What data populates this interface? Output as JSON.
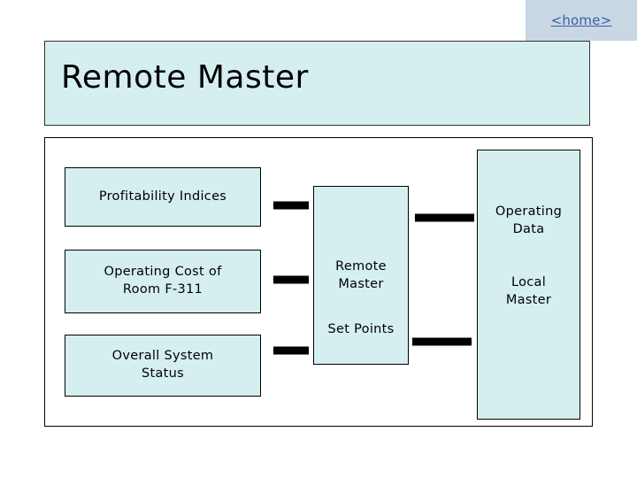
{
  "header": {
    "home_link": "<home>"
  },
  "title": {
    "text": "Remote Master"
  },
  "diagram": {
    "type": "block-diagram",
    "nodes": [
      {
        "id": "profitability",
        "label": "Profitability Indices"
      },
      {
        "id": "operating-cost",
        "label": "Operating Cost of\nRoom F-311"
      },
      {
        "id": "overall-status",
        "label": "Overall System\nStatus"
      },
      {
        "id": "remote-master",
        "label": "Remote\nMaster",
        "sub_label": "Set Points"
      },
      {
        "id": "local-master",
        "label": "Local\nMaster",
        "sub_label": "Operating\nData"
      }
    ],
    "edges": [
      {
        "from": "remote-master",
        "to": "profitability",
        "direction": "left"
      },
      {
        "from": "remote-master",
        "to": "operating-cost",
        "direction": "left"
      },
      {
        "from": "remote-master",
        "to": "overall-status",
        "direction": "left"
      },
      {
        "from": "local-master",
        "to": "remote-master",
        "direction": "left",
        "label": "Operating Data"
      },
      {
        "from": "remote-master",
        "to": "local-master",
        "direction": "right",
        "label": "Set Points"
      }
    ]
  },
  "node_text": {
    "profitability": "Profitability Indices",
    "operating_cost_line1": "Operating Cost of",
    "operating_cost_line2": "Room F-311",
    "overall_status_line1": "Overall System",
    "overall_status_line2": "Status",
    "remote_master_line1": "Remote",
    "remote_master_line2": "Master",
    "set_points": "Set Points",
    "operating_data_line1": "Operating",
    "operating_data_line2": "Data",
    "local_master_line1": "Local",
    "local_master_line2": "Master"
  },
  "colors": {
    "node_fill": "#d5eff0",
    "header_bar": "#c9d7e4",
    "link": "#3a5fa8",
    "border": "#000000"
  }
}
